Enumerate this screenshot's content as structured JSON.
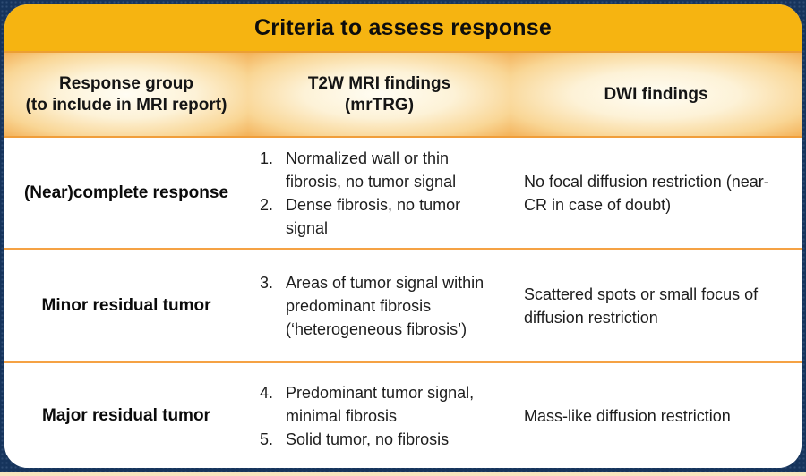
{
  "title": "Criteria to assess response",
  "columns": [
    {
      "line1": "Response group",
      "line2": "(to include in MRI report)"
    },
    {
      "line1": "T2W MRI findings",
      "line2": "(mrTRG)"
    },
    {
      "line1": "DWI findings",
      "line2": ""
    }
  ],
  "rows": [
    {
      "group": "(Near)complete response",
      "t2w": [
        {
          "num": "1.",
          "text": "Normalized wall or thin fibrosis, no tumor signal"
        },
        {
          "num": "2.",
          "text": "Dense fibrosis, no tumor signal"
        }
      ],
      "dwi": "No focal diffusion restriction (near-CR in case of doubt)"
    },
    {
      "group": "Minor residual tumor",
      "t2w": [
        {
          "num": "3.",
          "text": "Areas of tumor signal within predominant fibrosis (‘heterogeneous fibrosis’)"
        }
      ],
      "dwi": "Scattered spots or small focus of diffusion restriction"
    },
    {
      "group": "Major residual tumor",
      "t2w": [
        {
          "num": "4.",
          "text": "Predominant tumor signal, minimal fibrosis"
        },
        {
          "num": "5.",
          "text": "Solid tumor, no fibrosis"
        }
      ],
      "dwi": "Mass-like diffusion restriction"
    }
  ],
  "colors": {
    "page_navy": "#16345c",
    "title_gold": "#f6b411",
    "header_orange_edge": "#f2a94a",
    "separator_orange": "#f5a244",
    "bottom_strip_cream": "#f8e4bd",
    "body_white": "#ffffff",
    "text_dark": "#1d1d1d"
  }
}
